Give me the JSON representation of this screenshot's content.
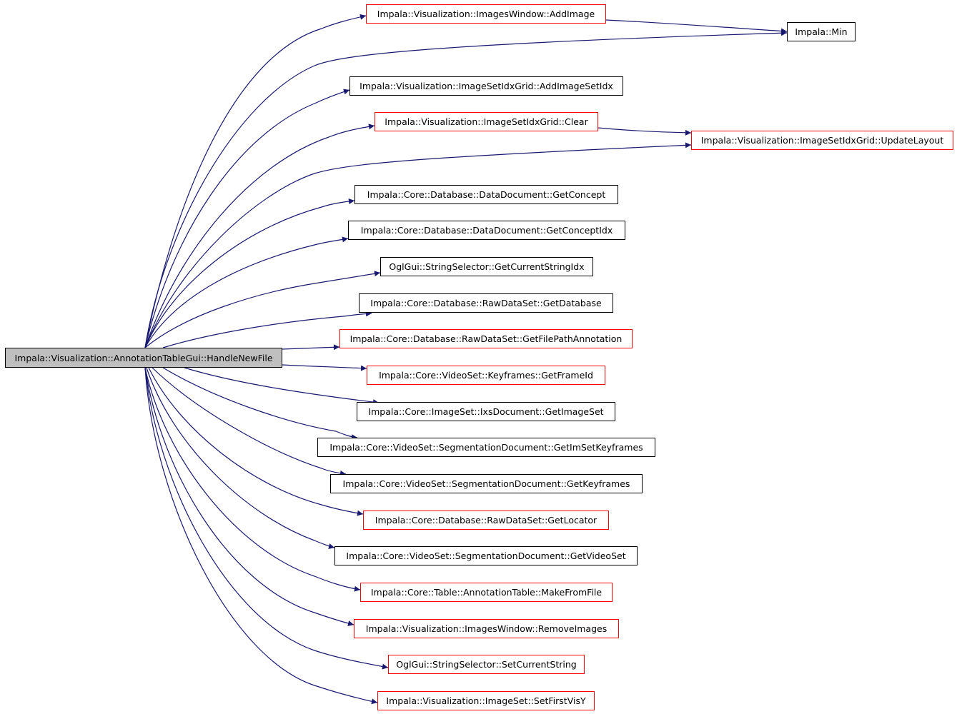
{
  "colors": {
    "edge": "#191970",
    "ref_border": "#ff0000",
    "plain_border": "#000000",
    "root_fill": "#bfbfbf"
  },
  "root": {
    "label": "Impala::Visualization::AnnotationTableGui::HandleNewFile"
  },
  "nodes": [
    {
      "id": "addimage",
      "label": "Impala::Visualization::ImagesWindow::AddImage",
      "border": "red"
    },
    {
      "id": "min",
      "label": "Impala::Min",
      "border": "black"
    },
    {
      "id": "addimagesetidx",
      "label": "Impala::Visualization::ImageSetIdxGrid::AddImageSetIdx",
      "border": "black"
    },
    {
      "id": "clear",
      "label": "Impala::Visualization::ImageSetIdxGrid::Clear",
      "border": "red"
    },
    {
      "id": "updatelayout",
      "label": "Impala::Visualization::ImageSetIdxGrid::UpdateLayout",
      "border": "red"
    },
    {
      "id": "getconcept",
      "label": "Impala::Core::Database::DataDocument::GetConcept",
      "border": "black"
    },
    {
      "id": "getconceptidx",
      "label": "Impala::Core::Database::DataDocument::GetConceptIdx",
      "border": "black"
    },
    {
      "id": "getcurrentstringidx",
      "label": "OglGui::StringSelector::GetCurrentStringIdx",
      "border": "black"
    },
    {
      "id": "getdatabase",
      "label": "Impala::Core::Database::RawDataSet::GetDatabase",
      "border": "black"
    },
    {
      "id": "getfilepathannotation",
      "label": "Impala::Core::Database::RawDataSet::GetFilePathAnnotation",
      "border": "red"
    },
    {
      "id": "getframeid",
      "label": "Impala::Core::VideoSet::Keyframes::GetFrameId",
      "border": "red"
    },
    {
      "id": "getimageset",
      "label": "Impala::Core::ImageSet::IxsDocument::GetImageSet",
      "border": "black"
    },
    {
      "id": "getimsetkeyframes",
      "label": "Impala::Core::VideoSet::SegmentationDocument::GetImSetKeyframes",
      "border": "black"
    },
    {
      "id": "getkeyframes",
      "label": "Impala::Core::VideoSet::SegmentationDocument::GetKeyframes",
      "border": "black"
    },
    {
      "id": "getlocator",
      "label": "Impala::Core::Database::RawDataSet::GetLocator",
      "border": "red"
    },
    {
      "id": "getvideoset",
      "label": "Impala::Core::VideoSet::SegmentationDocument::GetVideoSet",
      "border": "black"
    },
    {
      "id": "makefromfile",
      "label": "Impala::Core::Table::AnnotationTable::MakeFromFile",
      "border": "red"
    },
    {
      "id": "removeimages",
      "label": "Impala::Visualization::ImagesWindow::RemoveImages",
      "border": "red"
    },
    {
      "id": "setcurrentstring",
      "label": "OglGui::StringSelector::SetCurrentString",
      "border": "red"
    },
    {
      "id": "setfirstvisy",
      "label": "Impala::Visualization::ImageSet::SetFirstVisY",
      "border": "red"
    }
  ],
  "edges": [
    [
      "root",
      "addimage"
    ],
    [
      "root",
      "min"
    ],
    [
      "root",
      "addimagesetidx"
    ],
    [
      "root",
      "clear"
    ],
    [
      "root",
      "updatelayout"
    ],
    [
      "root",
      "getconcept"
    ],
    [
      "root",
      "getconceptidx"
    ],
    [
      "root",
      "getcurrentstringidx"
    ],
    [
      "root",
      "getdatabase"
    ],
    [
      "root",
      "getfilepathannotation"
    ],
    [
      "root",
      "getframeid"
    ],
    [
      "root",
      "getimageset"
    ],
    [
      "root",
      "getimsetkeyframes"
    ],
    [
      "root",
      "getkeyframes"
    ],
    [
      "root",
      "getlocator"
    ],
    [
      "root",
      "getvideoset"
    ],
    [
      "root",
      "makefromfile"
    ],
    [
      "root",
      "removeimages"
    ],
    [
      "root",
      "setcurrentstring"
    ],
    [
      "root",
      "setfirstvisy"
    ],
    [
      "addimage",
      "min"
    ],
    [
      "clear",
      "updatelayout"
    ]
  ]
}
